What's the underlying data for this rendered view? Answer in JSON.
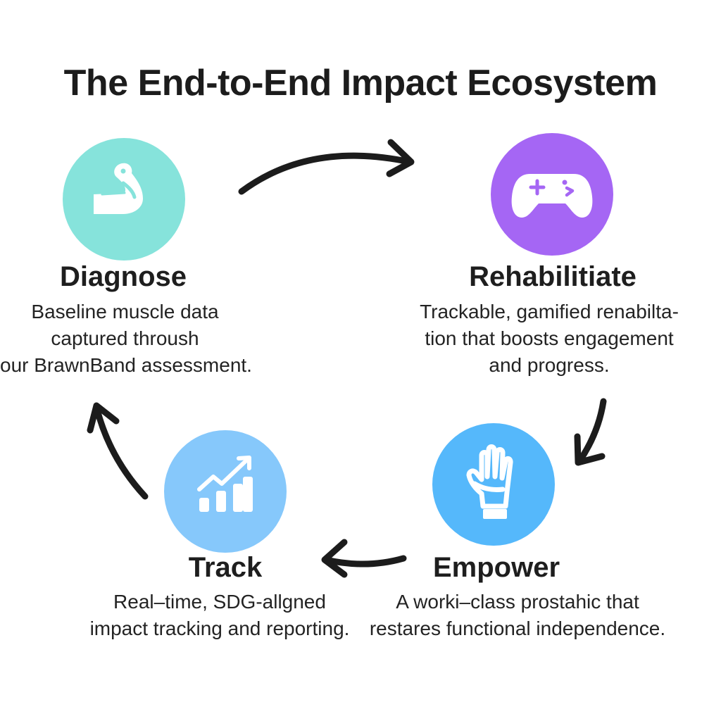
{
  "title": "The End-to-End Impact Ecosystem",
  "colors": {
    "diagnose": "#86e3db",
    "rehabilitate": "#a566f4",
    "empower": "#55b8fb",
    "track": "#86c8fb",
    "text": "#1e1e1e",
    "arrow": "#1c1c1c"
  },
  "stages": {
    "diagnose": {
      "title": "Diagnose",
      "icon": "flexed-arm-icon",
      "desc": [
        "Baseline muscle data",
        "captured throush",
        "our BrawnBand assessment."
      ]
    },
    "rehabilitate": {
      "title": "Rehabilitiate",
      "icon": "game-controller-icon",
      "desc": [
        "Trackable, gamified renabilta-",
        "tion that boosts engagement",
        "and progress."
      ]
    },
    "empower": {
      "title": "Empower",
      "icon": "prosthetic-hand-icon",
      "desc": [
        "A worki–class prostahic that",
        "restares functional independence."
      ]
    },
    "track": {
      "title": "Track",
      "icon": "bar-chart-trend-icon",
      "desc": [
        "Real–time, SDG-allgned",
        "impact tracking and reporting."
      ]
    }
  }
}
